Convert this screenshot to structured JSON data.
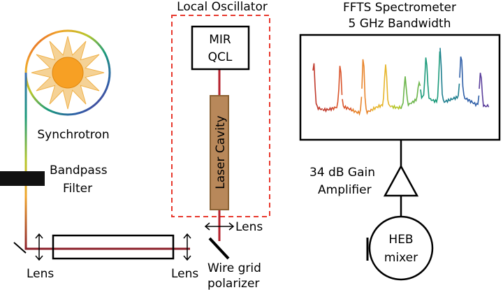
{
  "labels": {
    "local_oscillator": "Local Oscillator",
    "qcl_line1": "MIR",
    "qcl_line2": "QCL",
    "laser_cavity": "Laser Cavity",
    "lens_lo": "Lens",
    "lens_left": "Lens",
    "lens_right": "Lens",
    "synchrotron": "Synchrotron",
    "bandpass_line1": "Bandpass",
    "bandpass_line2": "Filter",
    "wire_grid_line1": "Wire grid",
    "wire_grid_line2": "polarizer",
    "ffts_line1": "FFTS Spectrometer",
    "ffts_line2": "5 GHz Bandwidth",
    "amp_line1": "34 dB Gain",
    "amp_line2": "Amplifier",
    "heb_line1": "HEB",
    "heb_line2": "mixer"
  },
  "colors": {
    "lo_dash": "#e8382d",
    "laser_beam": "#d7191c",
    "beam_dark": "#6e1f35",
    "cavity_fill": "#b8885a",
    "cavity_stroke": "#8a6234",
    "sun": "#f7a024",
    "sun_rays": "#f5d296"
  },
  "icons": {
    "sun": "sun-icon",
    "amplifier": "triangle-icon",
    "mirror": "mirror-icon",
    "lens": "double-arrow-icon"
  }
}
